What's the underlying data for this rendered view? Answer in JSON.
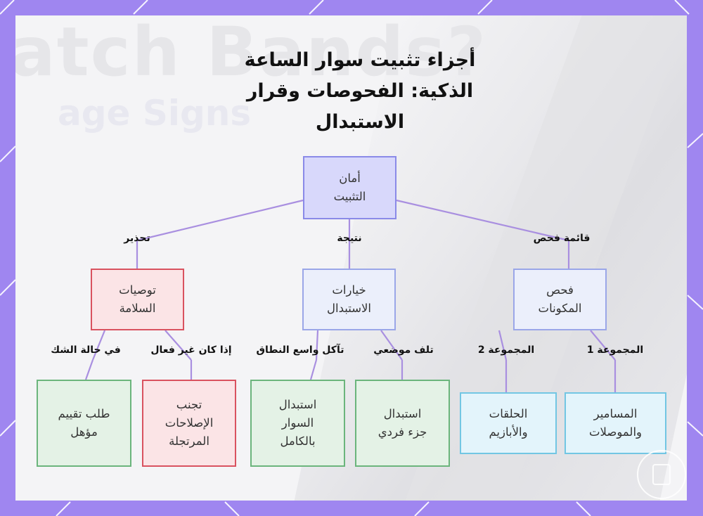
{
  "diagram": {
    "title": "أجزاء تثبيت سوار الساعة الذكية: الفحوصات وقرار الاستبدال",
    "nodes": {
      "root": "أمان\nالتثبيت",
      "inspection": "فحص\nالمكونات",
      "replacement": "خيارات\nالاستبدال",
      "safety": "توصيات\nالسلامة",
      "pins": "المسامير\nوالموصلات",
      "rings": "الحلقات\nوالأبازيم",
      "part_replace": "استبدال\nجزء فردي",
      "full_replace": "استبدال\nالسوار\nبالكامل",
      "avoid": "تجنب\nالإصلاحات\nالمرتجلة",
      "qualified": "طلب تقييم\nمؤهل"
    },
    "edges": {
      "root_inspection": "قائمة فحص",
      "root_replacement": "نتيجة",
      "root_safety": "تحذير",
      "inspection_pins": "المجموعة 1",
      "inspection_rings": "المجموعة 2",
      "replacement_part": "تلف موضعي",
      "replacement_full": "تآكل واسع النطاق",
      "safety_avoid": "إذا كان غير فعال",
      "safety_qualified": "في حالة الشك"
    },
    "colors": {
      "edge": "#a98fe0",
      "frame": "#9f86f0"
    }
  }
}
